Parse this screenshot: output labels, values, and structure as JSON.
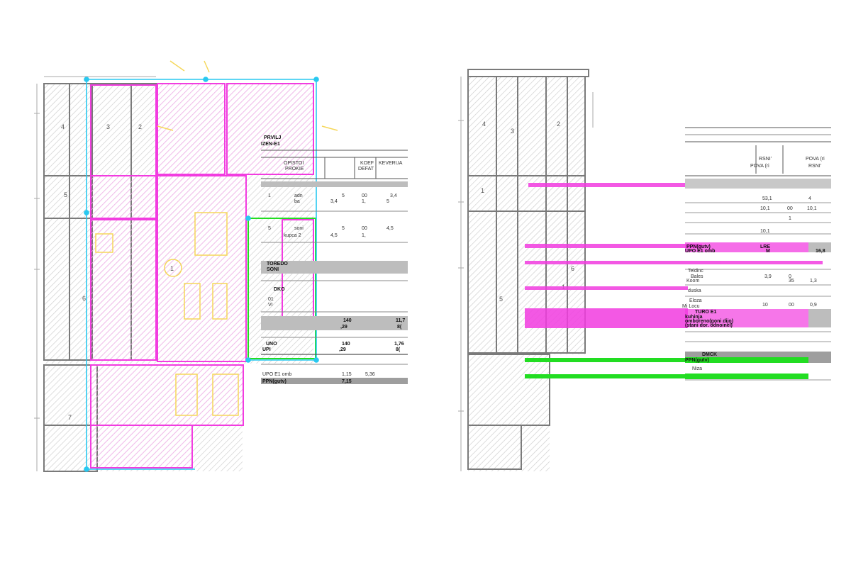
{
  "left_plan": {
    "room_numbers": [
      "4",
      "3",
      "2",
      "5",
      "1",
      "6",
      "7"
    ],
    "header": [
      "PRVILJ",
      "IZEN-E1"
    ],
    "col_headers": [
      "OPISTOI",
      "PROKIE",
      "KOEF",
      "DEFAT",
      "KEVERUA"
    ],
    "rows": [
      [
        "1",
        "adn",
        "5",
        "00",
        "3,4"
      ],
      [
        "",
        "ba",
        "3,4",
        "1,",
        "5"
      ],
      [
        "5",
        "soni",
        "5",
        "00",
        "4,5"
      ],
      [
        "",
        "kupca 2",
        "4,5",
        "1,",
        ""
      ]
    ],
    "sub_labels": [
      "TOREDO",
      "SONI",
      "DKO",
      "01",
      "VI"
    ],
    "totals": [
      {
        "label": "",
        "a": "140",
        "b": "11,7"
      },
      {
        "label": "",
        "a": ",29",
        "b": "8("
      }
    ],
    "bottom_block": {
      "label1": "UNO",
      "label2": "UPI",
      "a": "140",
      "a2": ",29",
      "b": "1,76",
      "b2": "8("
    },
    "footer_rows": [
      "UPO E1 omb",
      "PPN(gutv)"
    ],
    "footer_vals": [
      "1,15",
      "5,36",
      "7,15"
    ]
  },
  "right_plan": {
    "room_numbers": [
      "4",
      "3",
      "2",
      "1",
      "6",
      "1",
      "5"
    ],
    "header_cells": [
      "RSNI'",
      "POVA (ri",
      "POVA (ri",
      "RSNI'"
    ],
    "row_labels": [
      "PPN(gutv)",
      "UPO E1 omb",
      "Bales",
      "Teidinc",
      "Koom",
      "duska",
      "Eloza",
      "Mi Locu",
      "TURO E1",
      "kuhinja",
      "omboreno(goni dijo)",
      "(stani dor. odnoinel)",
      "DMCK",
      "PPN(gutv)",
      "Niza"
    ],
    "pink_values": [
      "LRE",
      "M",
      "16,8"
    ],
    "number_cells": [
      "53,1",
      "10,1",
      "4",
      "10,1",
      "00",
      "1",
      "10,1",
      "3,9",
      "0",
      "35",
      "1,3",
      "10",
      "00",
      "0,9"
    ]
  },
  "colors": {
    "pink": "#f23ce0",
    "green": "#22dd22",
    "cyan": "#28c8f0",
    "yellow": "#f5d75a",
    "hatch": "#c9c9c9",
    "wall": "#7a7a7a"
  }
}
